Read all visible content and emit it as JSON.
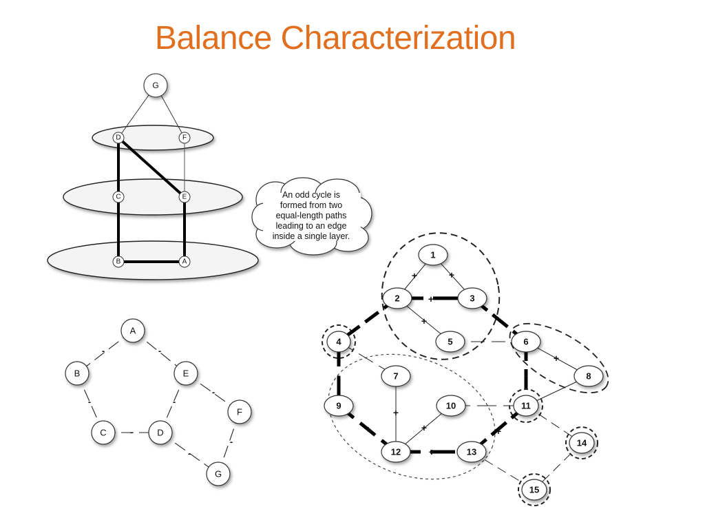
{
  "slide": {
    "title": "Balance Characterization",
    "title_color": "#e07020"
  },
  "layered_graph": {
    "nodes": [
      "G",
      "D",
      "F",
      "C",
      "E",
      "B",
      "A"
    ],
    "callout_lines": [
      "An odd cycle is",
      "formed from two",
      "equal-length paths",
      "leading to an edge",
      "inside a single layer."
    ]
  },
  "signed_cycle": {
    "nodes": [
      "A",
      "B",
      "E",
      "C",
      "D",
      "F",
      "G"
    ],
    "edge_signs": [
      "-",
      "-",
      "-",
      "-",
      "-",
      "-",
      "-",
      "-"
    ]
  },
  "signed_network": {
    "nodes": [
      "1",
      "2",
      "3",
      "4",
      "5",
      "6",
      "7",
      "8",
      "9",
      "10",
      "11",
      "12",
      "13",
      "14",
      "15"
    ],
    "edge_signs": [
      "+",
      "+",
      "+",
      "+",
      "+",
      "+",
      "+",
      "+",
      "+",
      "+",
      "-",
      "-"
    ]
  }
}
